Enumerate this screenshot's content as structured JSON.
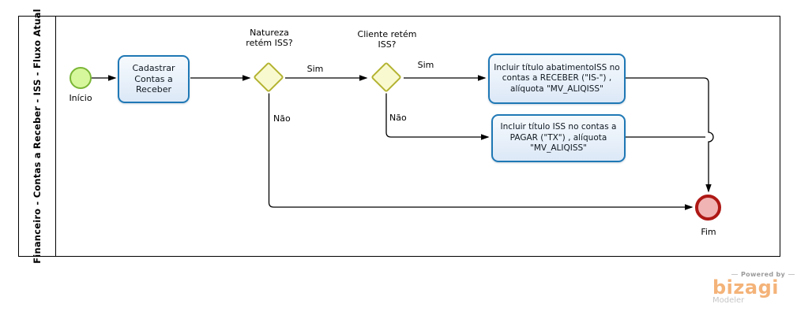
{
  "lane": {
    "title": "Financeiro - Contas a Receber - ISS - Fluxo Atual"
  },
  "nodes": {
    "start": {
      "label": "Início"
    },
    "task_cadastrar": {
      "lines": [
        "Cadastrar",
        "Contas a",
        "Receber"
      ]
    },
    "gateway_natureza": {
      "lines": [
        "Natureza",
        "retém ISS?"
      ]
    },
    "gateway_cliente": {
      "lines": [
        "Cliente retém",
        "ISS?"
      ]
    },
    "task_receber": {
      "lines": [
        "Incluir título abatimentoISS no",
        "contas a RECEBER (\"IS-\") ,",
        "alíquota \"MV_ALIQISS\""
      ]
    },
    "task_pagar": {
      "lines": [
        "Incluir título ISS no contas a",
        "PAGAR  (\"TX\") , alíquota",
        "\"MV_ALIQISS\""
      ]
    },
    "end": {
      "label": "Fim"
    }
  },
  "edges": {
    "natureza_sim": "Sim",
    "natureza_nao": "Não",
    "cliente_sim": "Sim",
    "cliente_nao": "Não"
  },
  "branding": {
    "powered_by": "Powered by",
    "brand": "bizagi",
    "product": "Modeler"
  },
  "colors": {
    "pool_border": "#000000",
    "connector": "#000000",
    "task_border": "#1f78b5",
    "task_fill_top": "#f6fafd",
    "task_fill_bottom": "#dce8f7",
    "gateway_border": "#b3b331",
    "gateway_fill": "#f9f9d0",
    "start_border": "#7ab636",
    "start_fill": "#d7f79c",
    "end_border": "#ae1815",
    "end_fill": "#f1b4b4",
    "brand_orange": "#f4b379",
    "brand_gray": "#9b9b9b",
    "brand_light_gray": "#c6c6c6"
  }
}
